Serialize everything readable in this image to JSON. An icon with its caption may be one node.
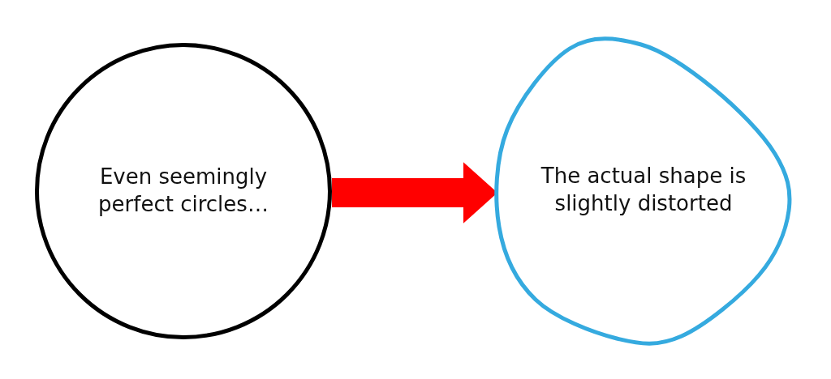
{
  "diagram": {
    "nodes": [
      {
        "text": [
          "Even seemingly perfect circles…"
        ]
      },
      {
        "text": [
          "The actual shape is slightly distorted"
        ]
      }
    ],
    "edges": [
      {
        "from": 0,
        "to": 1,
        "arrow": "to",
        "color": "#ff0000"
      }
    ]
  }
}
